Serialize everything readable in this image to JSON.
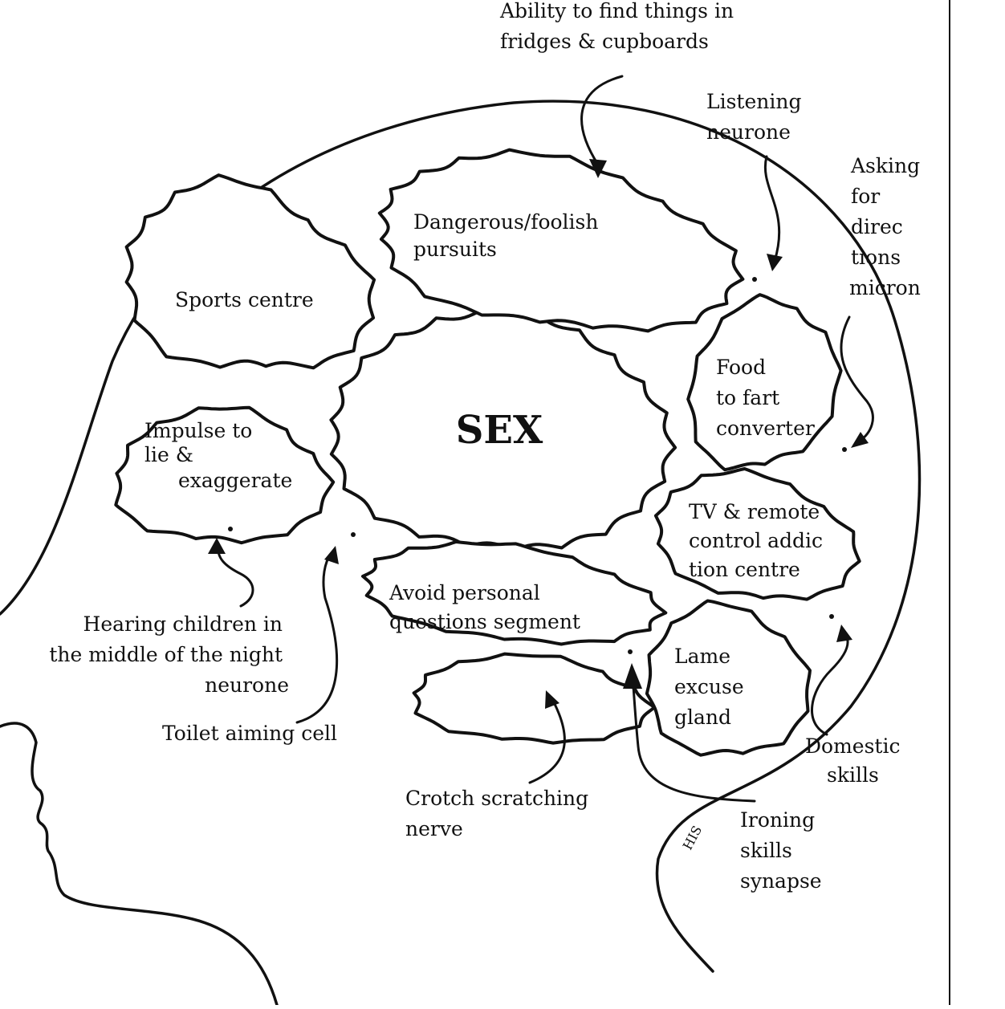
{
  "diagram": {
    "center_label": "SEX",
    "regions": [
      {
        "id": "dangerous",
        "lines": [
          "Dangerous/foolish",
          "pursuits"
        ]
      },
      {
        "id": "sports",
        "lines": [
          "Sports centre"
        ]
      },
      {
        "id": "impulse",
        "lines": [
          "Impulse to",
          "lie &",
          "exaggerate"
        ]
      },
      {
        "id": "food",
        "lines": [
          "Food",
          "to fart",
          "converter"
        ]
      },
      {
        "id": "tv",
        "lines": [
          "TV & remote",
          "control addic",
          "tion centre"
        ]
      },
      {
        "id": "avoid",
        "lines": [
          "Avoid personal",
          "questions segment"
        ]
      },
      {
        "id": "lame",
        "lines": [
          "Lame",
          "excuse",
          "gland"
        ]
      }
    ],
    "callouts": [
      {
        "id": "fridges",
        "lines": [
          "Ability to find things in",
          "fridges & cupboards"
        ]
      },
      {
        "id": "listening",
        "lines": [
          "Listening",
          "neurone"
        ]
      },
      {
        "id": "directions",
        "lines": [
          "Asking",
          "for",
          "direc",
          "tions",
          "micron"
        ]
      },
      {
        "id": "hearing",
        "lines": [
          "Hearing children in",
          "the middle of the night",
          "neurone"
        ]
      },
      {
        "id": "toilet",
        "lines": [
          "Toilet aiming cell"
        ]
      },
      {
        "id": "crotch",
        "lines": [
          "Crotch scratching",
          "nerve"
        ]
      },
      {
        "id": "domestic",
        "lines": [
          "Domestic",
          "skills"
        ]
      },
      {
        "id": "ironing",
        "lines": [
          "Ironing",
          "skills",
          "synapse"
        ]
      }
    ],
    "neck_mark": "HIS"
  }
}
